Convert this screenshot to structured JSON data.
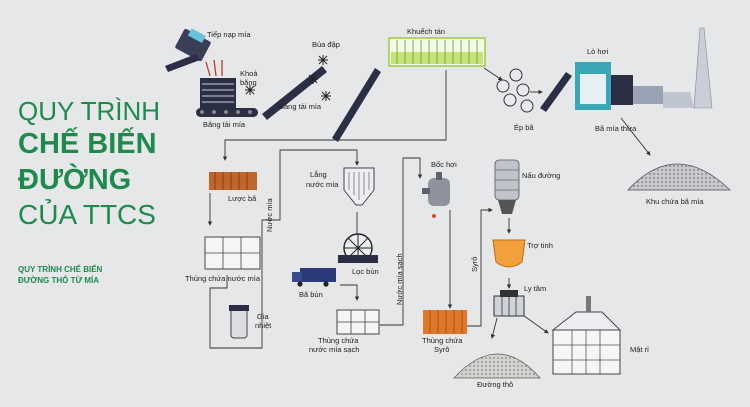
{
  "title": {
    "line1": "QUY TRÌNH",
    "line2": "CHẾ BIẾN",
    "line3": "ĐƯỜNG",
    "line4": "CỦA TTCS"
  },
  "subtitle": {
    "line1": "QUY TRÌNH CHẾ BIẾN",
    "line2": "ĐƯỜNG THÔ TỪ MÍA"
  },
  "labels": {
    "tiep_nap_mia": "Tiếp nạp mía",
    "khoa_bang_1": "Khoả",
    "khoa_bang_2": "băng",
    "bang_tai_mia_1": "Băng tải mía",
    "bang_tai_mia_2": "Băng tải mía",
    "bua_dap": "Búa đập",
    "khuech_tan": "Khuếch tán",
    "ep_ba": "Ép bã",
    "lo_hoi": "Lò hơi",
    "ba_mia_thua": "Bã mía thừa",
    "khu_chua_ba_mia": "Khu chứa bã mía",
    "luoc_ba": "Lược bã",
    "nuoc_mia": "Nước mía",
    "lang_nuoc_mia_1": "Lắng",
    "lang_nuoc_mia_2": "nước mía",
    "loc_bun": "Lọc bùn",
    "ba_bun": "Bã bùn",
    "thung_chua_nuoc_mia": "Thùng chứa nước mía",
    "gia_nhiet_1": "Gia",
    "gia_nhiet_2": "nhiệt",
    "thung_chua_nuoc_mia_sach_1": "Thùng chứa",
    "thung_chua_nuoc_mia_sach_2": "nước mía sạch",
    "nuoc_mia_sach": "Nước mía sạch",
    "boc_hoi": "Bốc hơi",
    "thung_chua_syro_1": "Thùng chứa",
    "thung_chua_syro_2": "Syrô",
    "syro": "Syrô",
    "nau_duong": "Nấu đường",
    "tro_tinh": "Trợ tinh",
    "ly_tam": "Ly tâm",
    "duong_tho": "Đường thô",
    "mat_ri": "Mật rỉ"
  },
  "colors": {
    "green": "#1e8a4c",
    "background": "#e6e7e9",
    "line": "#333333",
    "orange": "#e8862a",
    "lime": "#9ccc3a",
    "teal": "#3aa7b7"
  }
}
